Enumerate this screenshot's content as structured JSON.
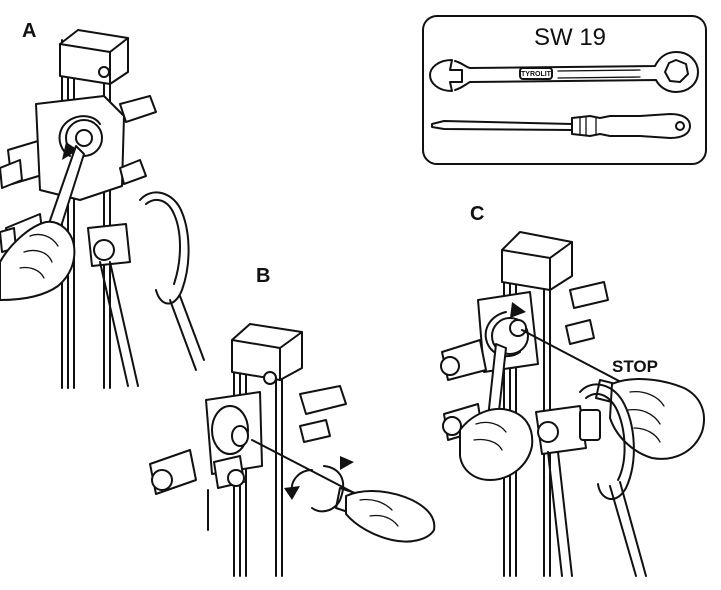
{
  "steps": {
    "a_label": "A",
    "b_label": "B",
    "c_label": "C"
  },
  "tools": {
    "wrench_size_label": "SW 19",
    "wrench_brand": "TYROLIT"
  },
  "annotations": {
    "stop_label": "STOP"
  }
}
